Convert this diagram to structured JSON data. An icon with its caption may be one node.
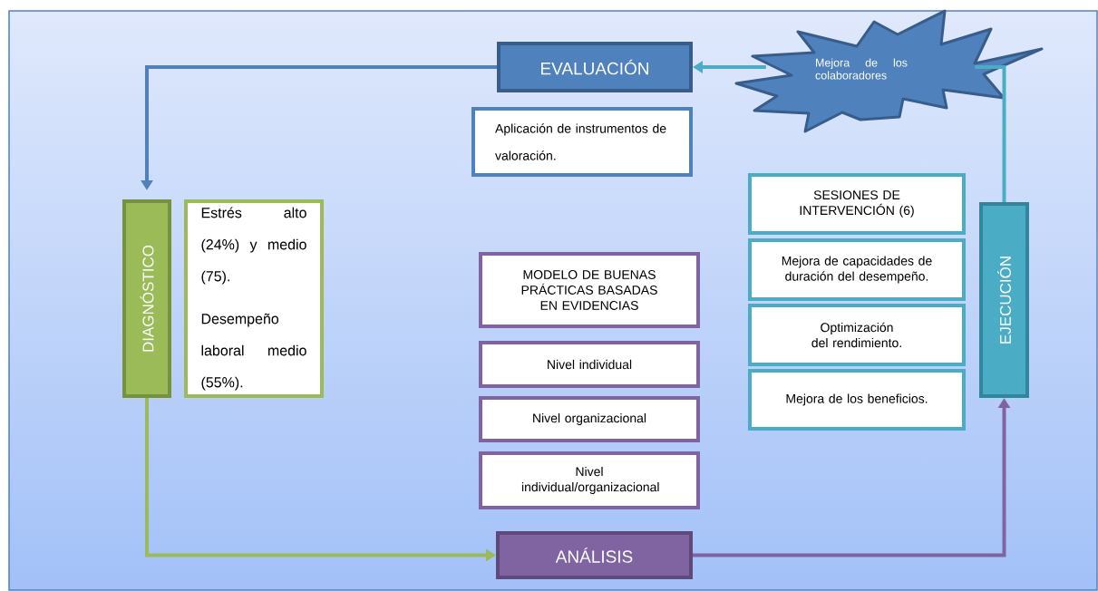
{
  "diagram": {
    "nodes": [
      {
        "text": [
          "EVALUACIÓN"
        ]
      },
      {
        "text": [
          "Aplicación de instrumentos de valoración."
        ]
      },
      {
        "text": [
          "Mejora de los colaboradores"
        ]
      },
      {
        "text": [
          "DIAGNÓSTICO"
        ]
      },
      {
        "text": [
          "Estrés alto (24%) y medio (75).",
          "Desempeño laboral medio (55%)."
        ]
      },
      {
        "text": [
          "MODELO DE BUENAS PRÁCTICAS BASADAS EN EVIDENCIAS"
        ]
      },
      {
        "text": [
          "Nivel individual"
        ]
      },
      {
        "text": [
          "Nivel organizacional"
        ]
      },
      {
        "text": [
          "Nivel individual/organizacional"
        ]
      },
      {
        "text": [
          "ANÁLISIS"
        ]
      },
      {
        "text": [
          "SESIONES DE INTERVENCIÓN (6)"
        ]
      },
      {
        "text": [
          "Mejora de capacidades de duración del desempeño."
        ]
      },
      {
        "text": [
          "Optimización del rendimiento."
        ]
      },
      {
        "text": [
          "Mejora de los beneficios."
        ]
      },
      {
        "text": [
          "EJECUCIÓN"
        ]
      }
    ],
    "edges": [
      {
        "from": 0,
        "to": 3,
        "arrow": "to",
        "color": "#4f81bd"
      },
      {
        "from": 2,
        "to": 0,
        "arrow": "to",
        "color": "#4bacc6"
      },
      {
        "from": 14,
        "to": 2,
        "arrow": "none",
        "color": "#4bacc6"
      },
      {
        "from": 3,
        "to": 9,
        "arrow": "to",
        "color": "#9bbb59"
      },
      {
        "from": 9,
        "to": 14,
        "arrow": "to",
        "color": "#8064a2"
      }
    ]
  }
}
